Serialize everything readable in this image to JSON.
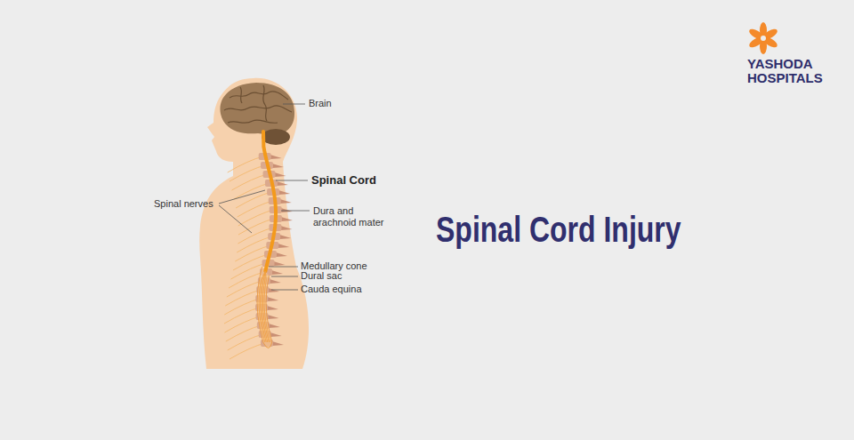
{
  "diagram": {
    "title": "Spinal Cord Injury",
    "labels": [
      "YASHODA HOSPITALS",
      "Brain",
      "Spinal Cord",
      "Spinal nerves",
      "Dura and arachnoid mater",
      "Medullary cone",
      "Dural sac",
      "Cauda equina"
    ]
  }
}
